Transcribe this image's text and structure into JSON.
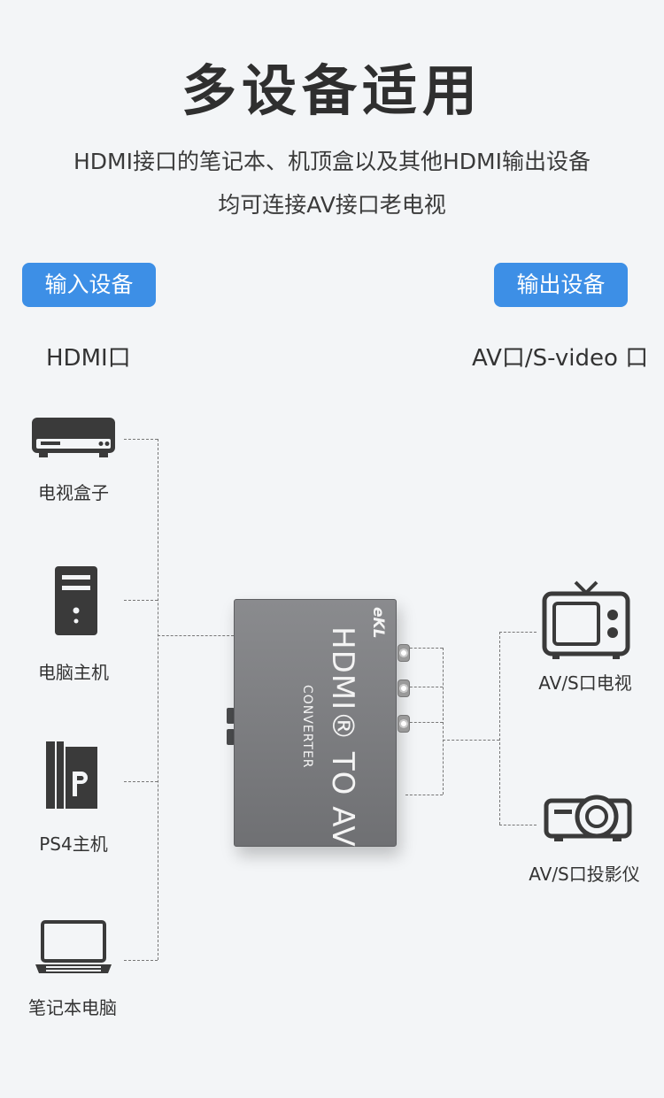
{
  "title": "多设备适用",
  "subtitle_line1": "HDMI接口的笔记本、机顶盒以及其他HDMI输出设备",
  "subtitle_line2": "均可连接AV接口老电视",
  "input": {
    "badge": "输入设备",
    "port": "HDMI口"
  },
  "output": {
    "badge": "输出设备",
    "port": "AV口/S-video 口"
  },
  "inputs": [
    {
      "label": "电视盒子",
      "icon": "tv-box-icon"
    },
    {
      "label": "电脑主机",
      "icon": "desktop-tower-icon"
    },
    {
      "label": "PS4主机",
      "icon": "ps4-console-icon"
    },
    {
      "label": "笔记本电脑",
      "icon": "laptop-icon"
    }
  ],
  "outputs": [
    {
      "label": "AV/S口电视",
      "icon": "retro-tv-icon"
    },
    {
      "label": "AV/S口投影仪",
      "icon": "projector-icon"
    }
  ],
  "device": {
    "brand": "eKL",
    "name": "HDMI® TO AV",
    "subname": "CONVERTER"
  },
  "colors": {
    "accent": "#3d8fe6",
    "icon": "#3a3a3a",
    "device": "#7c7d80"
  }
}
